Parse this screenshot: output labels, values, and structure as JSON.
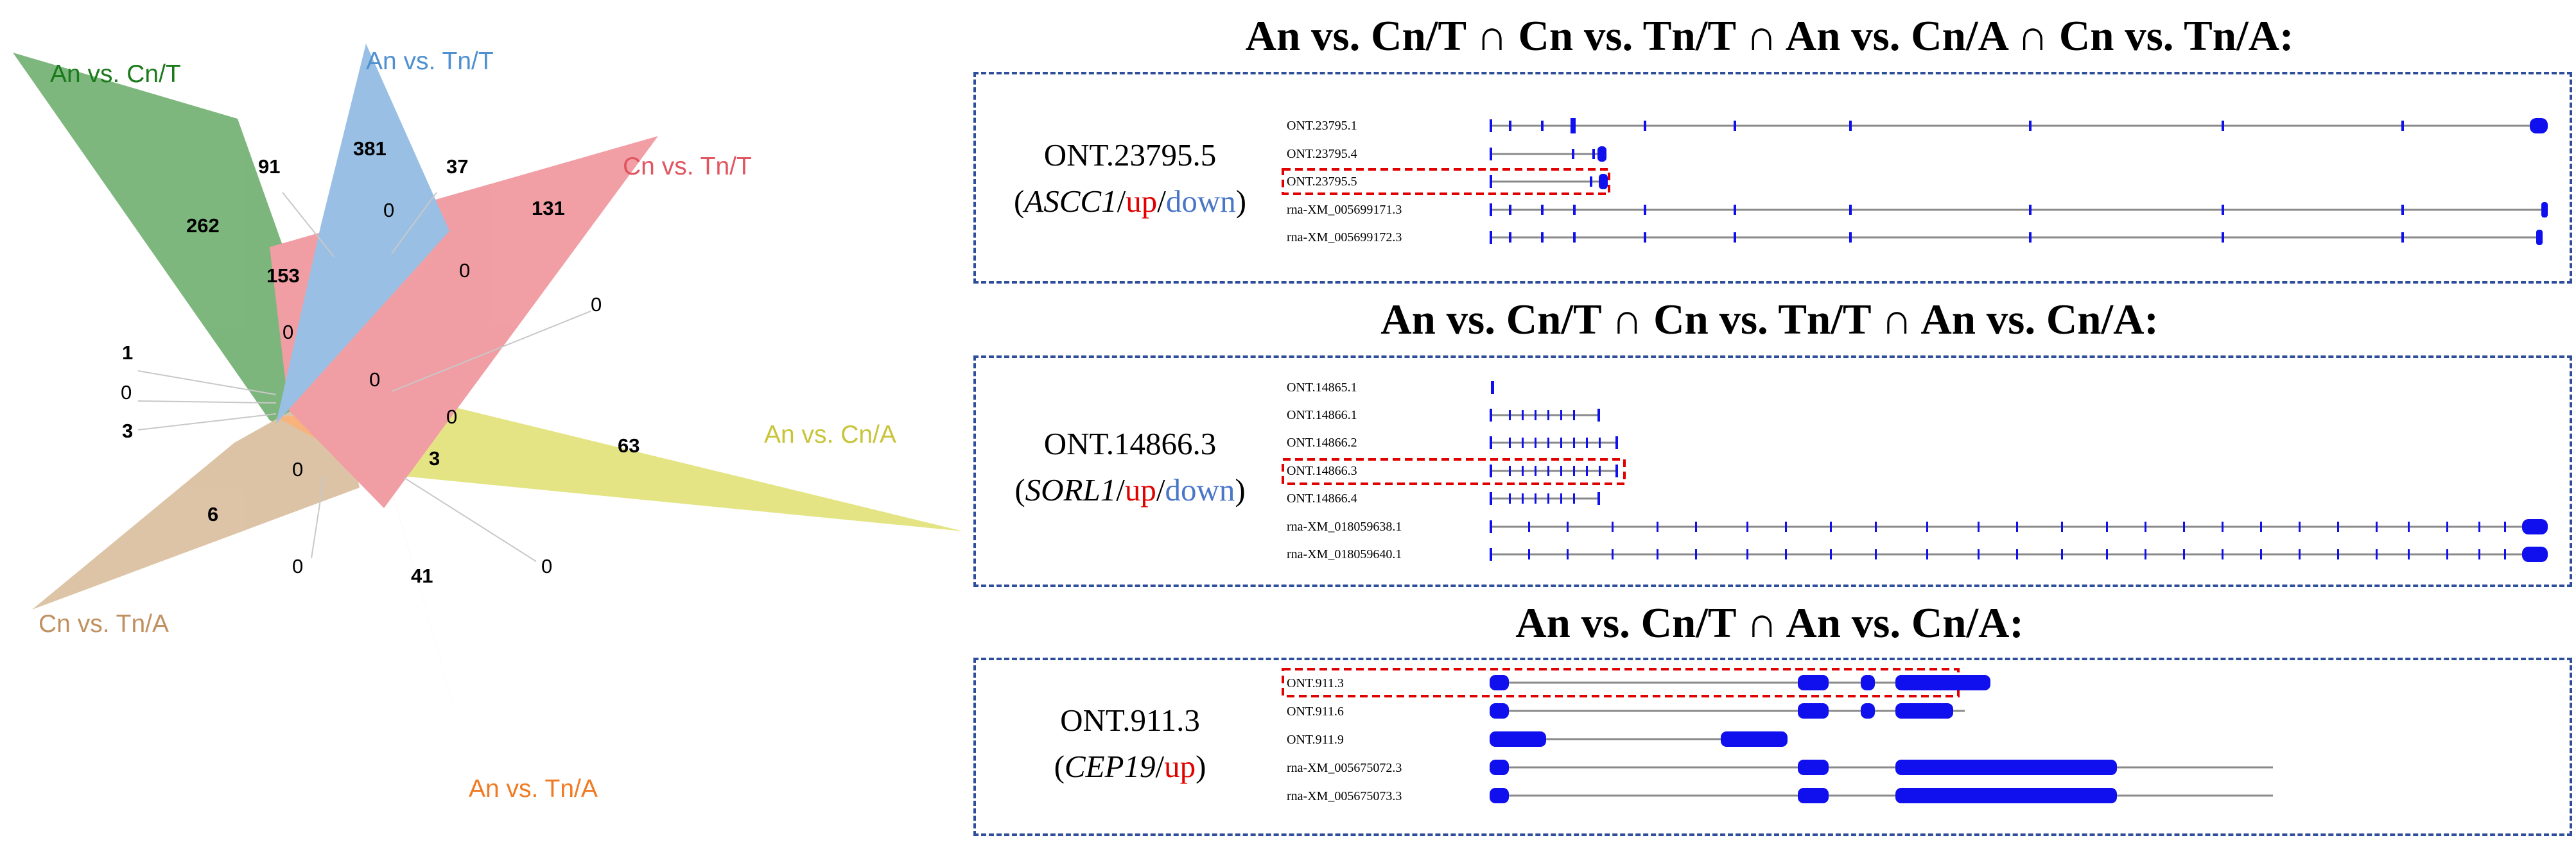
{
  "venn": {
    "sets": [
      {
        "label": "An vs. Cn/T",
        "color": "#2e8b2e"
      },
      {
        "label": "An vs. Tn/T",
        "color": "#5b9bd5"
      },
      {
        "label": "Cn vs. Tn/T",
        "color": "#e8646e"
      },
      {
        "label": "An vs. Cn/A",
        "color": "#d4d43a"
      },
      {
        "label": "Cn vs. Tn/A",
        "color": "#c8a070"
      },
      {
        "label": "An vs. Tn/A",
        "color": "#f5862f"
      }
    ],
    "counts": [
      "91",
      "381",
      "37",
      "262",
      "131",
      "153",
      "0",
      "0",
      "0",
      "0",
      "1",
      "0",
      "3",
      "0",
      "0",
      "63",
      "3",
      "0",
      "6",
      "0",
      "41",
      "0"
    ]
  },
  "panels": [
    {
      "title": "An vs. Cn/T ∩ Cn vs. Tn/T ∩ An vs. Cn/A ∩ Cn vs. Tn/A:",
      "transcript_id": "ONT.23795.5",
      "gene": "ASCC1",
      "sep1": "/",
      "dir1": "up",
      "sep2": "/",
      "dir2": "down",
      "tracks": [
        "ONT.23795.1",
        "ONT.23795.4",
        "ONT.23795.5",
        "rna-XM_005699171.3",
        "rna-XM_005699172.3"
      ],
      "highlighted": "ONT.23795.5"
    },
    {
      "title": "An vs. Cn/T ∩ Cn vs. Tn/T ∩ An vs. Cn/A:",
      "transcript_id": "ONT.14866.3",
      "gene": "SORL1",
      "sep1": "/",
      "dir1": "up",
      "sep2": "/",
      "dir2": "down",
      "tracks": [
        "ONT.14865.1",
        "ONT.14866.1",
        "ONT.14866.2",
        "ONT.14866.3",
        "ONT.14866.4",
        "rna-XM_018059638.1",
        "rna-XM_018059640.1"
      ],
      "highlighted": "ONT.14866.3"
    },
    {
      "title": "An vs. Cn/T ∩ An vs. Cn/A:",
      "transcript_id": "ONT.911.3",
      "gene": "CEP19",
      "sep1": "/",
      "dir1": "up",
      "tracks": [
        "ONT.911.3",
        "ONT.911.6",
        "ONT.911.9",
        "rna-XM_005675072.3",
        "rna-XM_005675073.3"
      ],
      "highlighted": "ONT.911.3"
    }
  ],
  "colors": {
    "box_border": "#2e4e9b",
    "highlight_border": "#e00000",
    "exon": "#1010ee",
    "intron": "#8a8a8a",
    "up": "#e00000",
    "down": "#4a76c8"
  }
}
